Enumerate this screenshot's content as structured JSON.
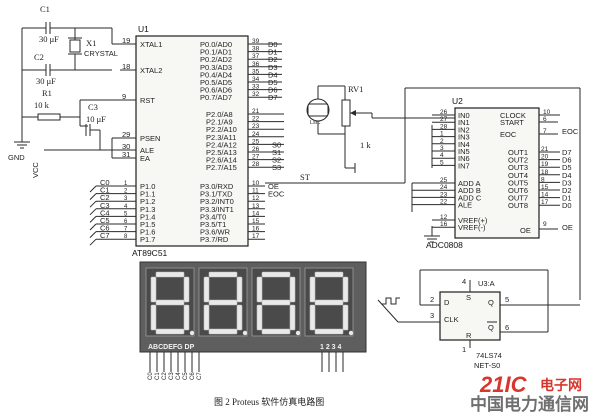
{
  "caption": "图 2   Proteus 软件仿真电路图",
  "watermark": {
    "number": "21IC",
    "brand": "电子网",
    "site": "中国电力通信网"
  },
  "components": {
    "c1": {
      "name": "C1",
      "value": "30 μF"
    },
    "c2": {
      "name": "C2",
      "value": "30 μF"
    },
    "c3": {
      "name": "C3",
      "value": "10 μF"
    },
    "x1": {
      "name": "X1",
      "value": "CRYSTAL"
    },
    "r1": {
      "name": "R1",
      "value": "10 k"
    },
    "rv1": {
      "name": "RV1",
      "value": "1 k"
    },
    "gnd": "GND",
    "vcc": "VCC",
    "ldr": "Lsrc"
  },
  "u1": {
    "ref": "U1",
    "part": "AT89C51",
    "left_pins": [
      {
        "name": "XTAL1",
        "num": "19"
      },
      {
        "name": "XTAL2",
        "num": "18"
      },
      {
        "name": "RST",
        "num": "9"
      },
      {
        "name": "PSEN",
        "num": "29"
      },
      {
        "name": "ALE",
        "num": "30"
      },
      {
        "name": "EA",
        "num": "31"
      }
    ],
    "p1_pins": [
      "P1.0",
      "P1.1",
      "P1.2",
      "P1.3",
      "P1.4",
      "P1.5",
      "P1.6",
      "P1.7"
    ],
    "p1_nets": [
      "C0",
      "C1",
      "C2",
      "C3",
      "C4",
      "C5",
      "C6",
      "C7"
    ],
    "p1_nums": [
      "1",
      "2",
      "3",
      "4",
      "5",
      "6",
      "7",
      "8"
    ],
    "p0_pins": [
      "P0.0/AD0",
      "P0.1/AD1",
      "P0.2/AD2",
      "P0.3/AD3",
      "P0.4/AD4",
      "P0.5/AD5",
      "P0.6/AD6",
      "P0.7/AD7"
    ],
    "p0_nums": [
      "39",
      "38",
      "37",
      "36",
      "35",
      "34",
      "33",
      "32"
    ],
    "p0_nets": [
      "D0",
      "D1",
      "D2",
      "D3",
      "D4",
      "D5",
      "D6",
      "D7"
    ],
    "p2_pins": [
      "P2.0/A8",
      "P2.1/A9",
      "P2.2/A10",
      "P2.3/A11",
      "P2.4/A12",
      "P2.5/A13",
      "P2.6/A14",
      "P2.7/A15"
    ],
    "p2_nums": [
      "21",
      "22",
      "23",
      "24",
      "25",
      "26",
      "27",
      "28"
    ],
    "p2_nets": [
      "",
      "",
      "",
      "",
      "S0",
      "S1",
      "S2",
      "S3"
    ],
    "p3_pins": [
      "P3.0/RXD",
      "P3.1/TXD",
      "P3.2/INT0",
      "P3.3/INT1",
      "P3.4/T0",
      "P3.5/T1",
      "P3.6/WR",
      "P3.7/RD"
    ],
    "p3_nums": [
      "10",
      "11",
      "12",
      "13",
      "14",
      "15",
      "16",
      "17"
    ],
    "p3_nets": [
      "OE",
      "EOC",
      "",
      "",
      "",
      "",
      "",
      ""
    ]
  },
  "u2": {
    "ref": "U2",
    "part": "ADC0808",
    "in_pins": [
      "IN0",
      "IN1",
      "IN2",
      "IN3",
      "IN4",
      "IN5",
      "IN6",
      "IN7"
    ],
    "in_nums": [
      "26",
      "27",
      "28",
      "1",
      "2",
      "3",
      "4",
      "5"
    ],
    "addr_pins": [
      "ADD A",
      "ADD B",
      "ADD C",
      "ALE"
    ],
    "addr_nums": [
      "25",
      "24",
      "23",
      "22"
    ],
    "vref_pins": [
      "VREF(+)",
      "VREF(-)"
    ],
    "vref_nums": [
      "12",
      "16"
    ],
    "right_top": [
      {
        "name": "CLOCK",
        "num": "10"
      },
      {
        "name": "START",
        "num": "6"
      },
      {
        "name": "EOC",
        "num": "7"
      }
    ],
    "out_pins": [
      "OUT1",
      "OUT2",
      "OUT3",
      "OUT4",
      "OUT5",
      "OUT6",
      "OUT7",
      "OUT8"
    ],
    "out_nums": [
      "21",
      "20",
      "19",
      "18",
      "8",
      "15",
      "14",
      "17"
    ],
    "out_nets": [
      "D7",
      "D6",
      "D5",
      "D4",
      "D3",
      "D2",
      "D1",
      "D0"
    ],
    "oe": {
      "name": "OE",
      "num": "9"
    },
    "eoc_net": "EOC",
    "oe_net": "OE"
  },
  "u3": {
    "ref": "U3:A",
    "part": "74LS74",
    "net": "NET-S0",
    "pins": {
      "d": "D",
      "clk": "CLK",
      "s": "S",
      "r": "R",
      "q": "Q",
      "qn": "Q"
    },
    "nums": {
      "d": "2",
      "clk": "3",
      "s": "4",
      "r": "1",
      "q": "5",
      "qn": "6"
    }
  },
  "st_net": "ST",
  "display": {
    "seg_label": "ABCDEFG  DP",
    "digit_label": "1 2 3 4",
    "bottom_nets": [
      "C0",
      "C1",
      "C2",
      "C3",
      "C4",
      "C5",
      "C6",
      "C7"
    ]
  }
}
